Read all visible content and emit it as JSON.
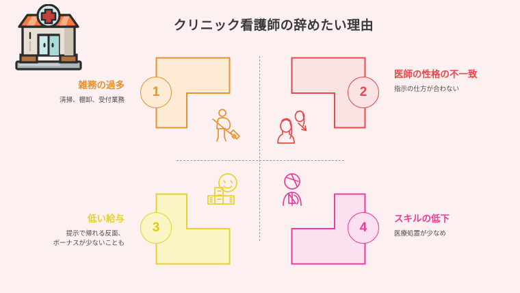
{
  "page": {
    "background_color": "#FDF0F0",
    "title": "クリニック看護師の辞めたい理由",
    "title_color": "#3A3A3A",
    "divider_color": "#9A9A9A"
  },
  "logo": {
    "name": "clinic-building-icon",
    "colors": {
      "awning": "#F57A3C",
      "awning_light": "#FBB08A",
      "outline": "#2B2B2B",
      "wall": "#E8DFD5",
      "wall_shade": "#CFC4B8",
      "cross_circle": "#CFECEA",
      "cross": "#C0413E",
      "door": "#CBEBEA",
      "door_dark": "#A8DAD8",
      "base": "#B0753F",
      "platform": "#AFB6BA"
    }
  },
  "quadrants": [
    {
      "number": "1",
      "heading": "雑務の過多",
      "subtitle": "清掃、棚卸、受付業務",
      "stroke": "#E8912D",
      "fill": "#FDEBD6",
      "icon": "person-sweeping-icon",
      "align": "right"
    },
    {
      "number": "2",
      "heading": "医師の性格の不一致",
      "subtitle": "指示の仕方が合わない",
      "stroke": "#E8484A",
      "fill": "#FBE2E3",
      "icon": "two-people-conflict-icon",
      "align": "left"
    },
    {
      "number": "3",
      "heading": "低い給与",
      "subtitle": "提示で帰れる反面、\nボーナスが少ないことも",
      "stroke": "#E8D227",
      "fill": "#FAF5C4",
      "icon": "money-stack-smile-icon",
      "align": "right"
    },
    {
      "number": "4",
      "heading": "スキルの低下",
      "subtitle": "医療処置が少なめ",
      "stroke": "#EC3D9A",
      "fill": "#FBE0F0",
      "icon": "injured-patient-icon",
      "align": "left"
    }
  ]
}
